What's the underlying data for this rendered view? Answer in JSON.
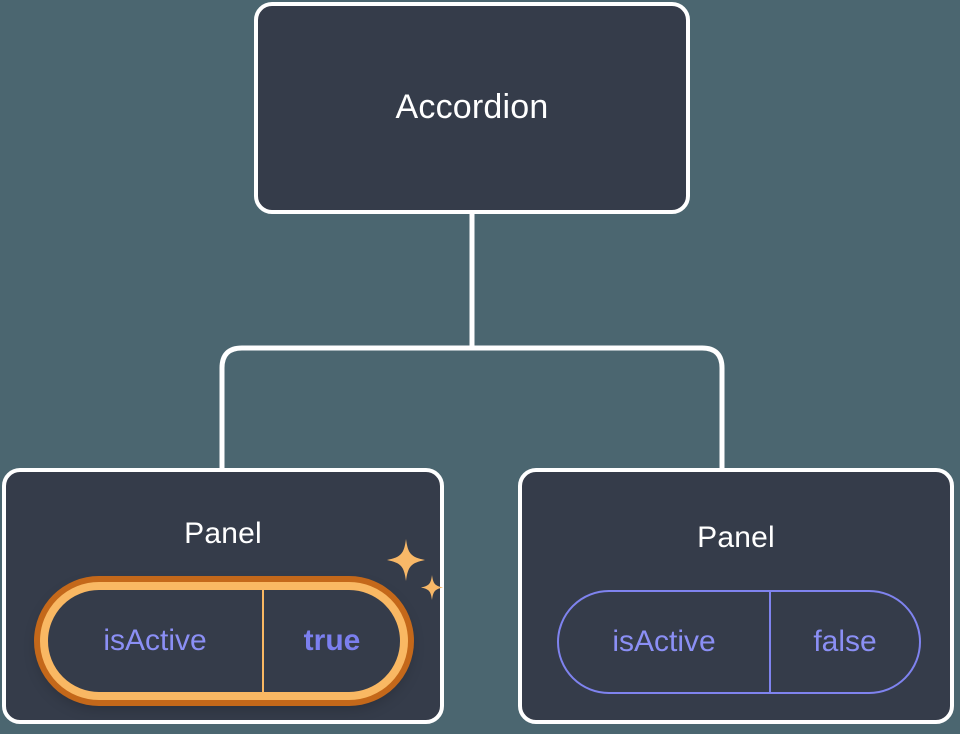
{
  "diagram": {
    "type": "component-tree",
    "background_color": "#4b6670",
    "node_fill_color": "#353c4a",
    "node_border_color": "#ffffff",
    "highlight_color": "#f9b863",
    "highlight_outer_color": "#c4681a",
    "prop_color": "#8b8ff5",
    "prop_value_active_color": "#7b7fef"
  },
  "root": {
    "label": "Accordion"
  },
  "panels": [
    {
      "label": "Panel",
      "prop": {
        "key": "isActive",
        "value": "true"
      },
      "highlighted": true,
      "sparkle": true
    },
    {
      "label": "Panel",
      "prop": {
        "key": "isActive",
        "value": "false"
      },
      "highlighted": false,
      "sparkle": false
    }
  ]
}
